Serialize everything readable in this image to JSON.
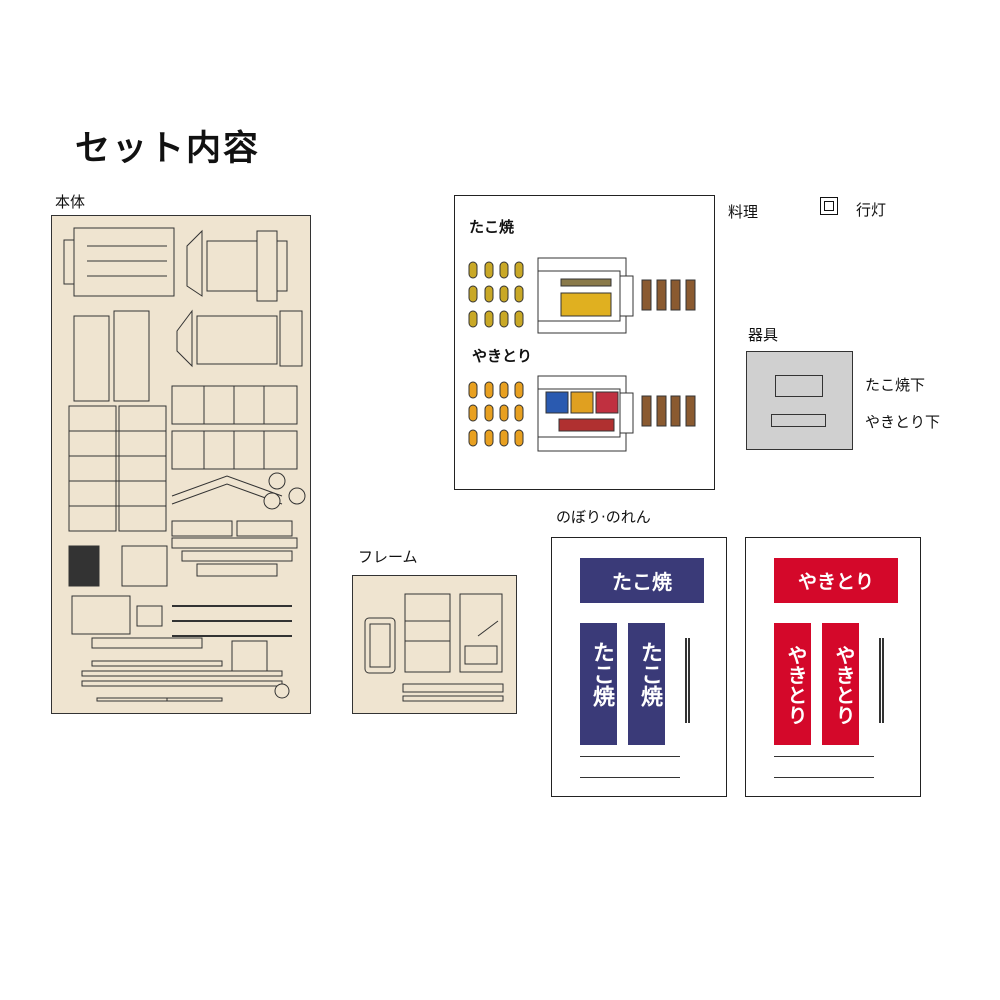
{
  "title": "セット内容",
  "sections": {
    "body": "本体",
    "frame": "フレーム",
    "banners": "のぼり·のれん",
    "food": "料理",
    "lantern": "行灯",
    "tools": "器具"
  },
  "food_panel": {
    "takoyaki": "たこ焼",
    "yakitori": "やきとり"
  },
  "tools_panel": {
    "takoyaki_base": "たこ焼下",
    "yakitori_base": "やきとり下"
  },
  "banners": {
    "takoyaki": {
      "text": "たこ焼",
      "color": "#3a3a78"
    },
    "yakitori": {
      "text": "やきとり",
      "color": "#d4082a"
    }
  },
  "colors": {
    "beige": "#efe4d0",
    "tool_gray": "#d0d0d0"
  }
}
